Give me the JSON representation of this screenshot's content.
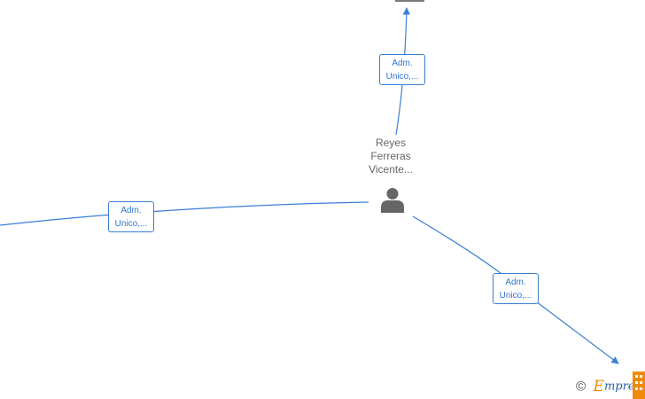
{
  "diagram": {
    "person": {
      "name_lines": [
        "Reyes",
        "Ferreras",
        "Vicente..."
      ],
      "icon": "person-icon"
    },
    "edges": [
      {
        "id": "edge-top",
        "label_lines": [
          "Adm.",
          "Unico,..."
        ]
      },
      {
        "id": "edge-left",
        "label_lines": [
          "Adm.",
          "Unico,..."
        ]
      },
      {
        "id": "edge-bottom-right",
        "label_lines": [
          "Adm.",
          "Unico,..."
        ]
      }
    ]
  },
  "watermark": {
    "copyright_symbol": "©",
    "brand_initial": "E",
    "brand_rest": "mpresia"
  },
  "colors": {
    "edge": "#3b7fd6",
    "label_text": "#2f74cf",
    "person_icon": "#666666",
    "brand_orange": "#f08a0c",
    "brand_blue": "#2a5da8"
  }
}
